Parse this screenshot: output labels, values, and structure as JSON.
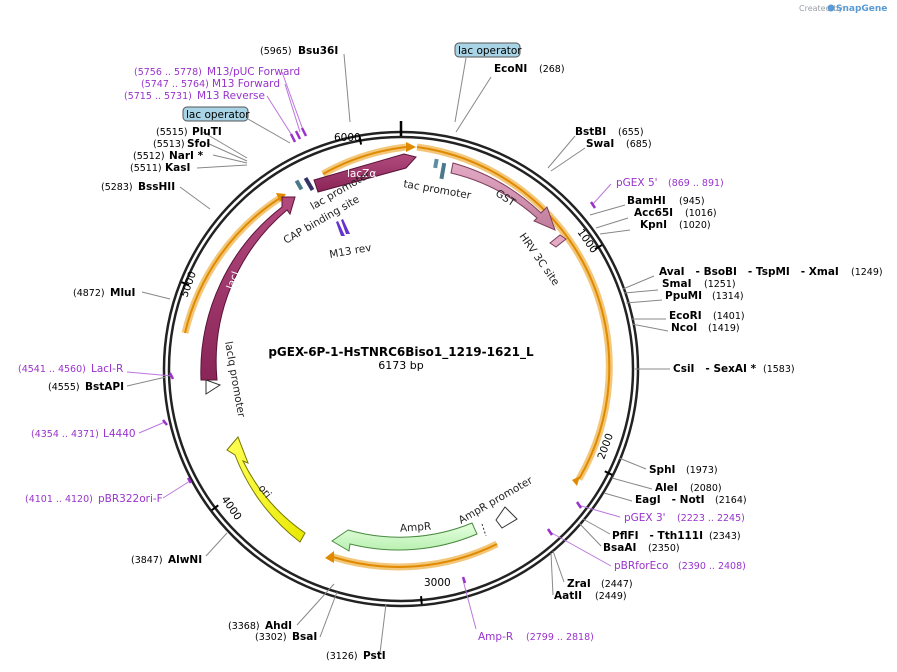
{
  "credit": {
    "created_by": "Created by",
    "brand": "SnapGene"
  },
  "plasmid": {
    "name": "pGEX-6P-1-HsTNRC6Biso1_1219-1621_L",
    "size_label": "6173 bp"
  },
  "ticks": [
    "1000",
    "2000",
    "3000",
    "4000",
    "5000",
    "6000"
  ],
  "features": {
    "lacZa": "lacZα",
    "GST": "GST",
    "lacI": "lacI",
    "ori": "ori",
    "AmpR": "AmpR",
    "lac_promoter": "lac promoter",
    "CAP_binding_site": "CAP binding site",
    "tac_promoter": "tac promoter",
    "HRV_3C_site": "HRV 3C site",
    "AmpR_promoter": "AmpR promoter",
    "lacIq_promoter": "lacIq promoter",
    "M13_rev": "M13 rev",
    "lac_operator_1": "lac operator",
    "lac_operator_2": "lac operator"
  },
  "sites_right": [
    {
      "name": "EcoNI",
      "pos": "(268)"
    },
    {
      "name": "BstBI",
      "pos": "(655)"
    },
    {
      "name": "SwaI",
      "pos": "(685)"
    },
    {
      "name": "BamHI",
      "pos": "(945)"
    },
    {
      "name": "Acc65I",
      "pos": "(1016)"
    },
    {
      "name": "KpnI",
      "pos": "(1020)"
    },
    {
      "name": "AvaI   - BsoBI   - TspMI   - XmaI",
      "pos": "(1249)"
    },
    {
      "name": "SmaI",
      "pos": "(1251)"
    },
    {
      "name": "PpuMI",
      "pos": "(1314)"
    },
    {
      "name": "EcoRI",
      "pos": "(1401)"
    },
    {
      "name": "NcoI",
      "pos": "(1419)"
    },
    {
      "name": "CsiI   - SexAI *",
      "pos": "(1583)"
    },
    {
      "name": "SphI",
      "pos": "(1973)"
    },
    {
      "name": "AleI",
      "pos": "(2080)"
    },
    {
      "name": "EagI   - NotI",
      "pos": "(2164)"
    },
    {
      "name": "PflFI   - Tth111I",
      "pos": "(2343)"
    },
    {
      "name": "BsaAI",
      "pos": "(2350)"
    },
    {
      "name": "ZraI",
      "pos": "(2447)"
    },
    {
      "name": "AatII",
      "pos": "(2449)"
    }
  ],
  "sites_left": [
    {
      "name": "Bsu36I",
      "pos": "(5965)"
    },
    {
      "name": "PluTI",
      "pos": "(5515)"
    },
    {
      "name": "SfoI",
      "pos": "(5513)"
    },
    {
      "name": "NarI *",
      "pos": "(5512)"
    },
    {
      "name": "KasI",
      "pos": "(5511)"
    },
    {
      "name": "BssHII",
      "pos": "(5283)"
    },
    {
      "name": "MluI",
      "pos": "(4872)"
    },
    {
      "name": "BstAPI",
      "pos": "(4555)"
    },
    {
      "name": "AlwNI",
      "pos": "(3847)"
    },
    {
      "name": "AhdI",
      "pos": "(3368)"
    },
    {
      "name": "BsaI",
      "pos": "(3302)"
    },
    {
      "name": "PstI",
      "pos": "(3126)"
    }
  ],
  "primers": [
    {
      "name": "M13/pUC Forward",
      "pos": "(5756 .. 5778)"
    },
    {
      "name": "M13 Forward",
      "pos": "(5747 .. 5764)"
    },
    {
      "name": "M13 Reverse",
      "pos": "(5715 .. 5731)"
    },
    {
      "name": "pGEX 5'",
      "pos": "(869 .. 891)"
    },
    {
      "name": "pGEX 3'",
      "pos": "(2223 .. 2245)"
    },
    {
      "name": "pBRforEco",
      "pos": "(2390 .. 2408)"
    },
    {
      "name": "Amp-R",
      "pos": "(2799 .. 2818)"
    },
    {
      "name": "LacI-R",
      "pos": "(4541 .. 4560)"
    },
    {
      "name": "L4440",
      "pos": "(4354 .. 4371)"
    },
    {
      "name": "pBR322ori-F",
      "pos": "(4101 .. 4120)"
    }
  ]
}
